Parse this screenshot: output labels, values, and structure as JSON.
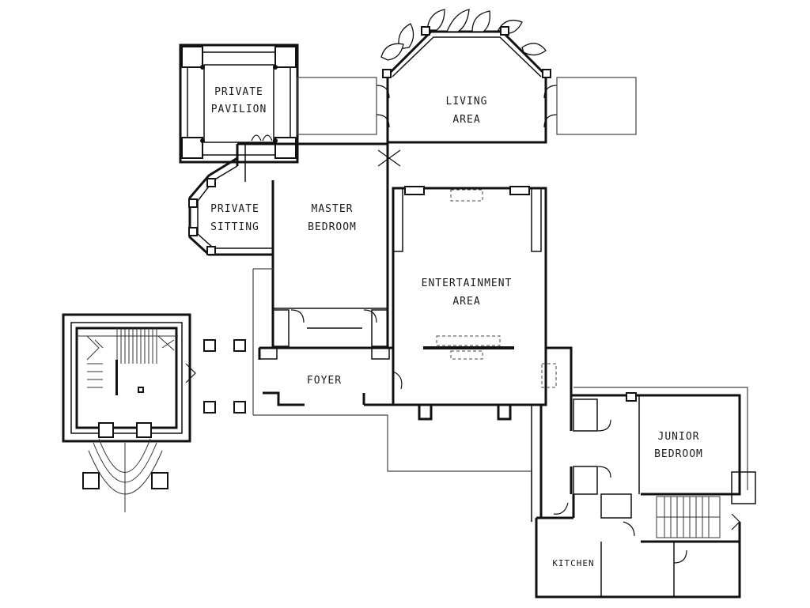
{
  "rooms": {
    "private_pavilion": [
      "PRIVATE",
      "PAVILION"
    ],
    "living_area": [
      "LIVING",
      "AREA"
    ],
    "private_sitting": [
      "PRIVATE",
      "SITTING"
    ],
    "master_bedroom": [
      "MASTER",
      "BEDROOM"
    ],
    "entertainment_area": [
      "ENTERTAINMENT",
      "AREA"
    ],
    "foyer": "FOYER",
    "junior_bedroom": [
      "JUNIOR",
      "BEDROOM"
    ],
    "kitchen": "KITCHEN"
  }
}
